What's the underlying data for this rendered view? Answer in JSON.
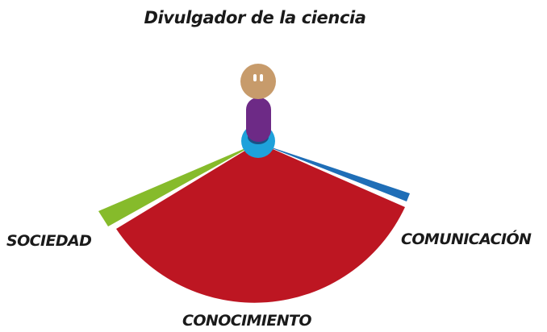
{
  "title": "Divulgador de la ciencia",
  "segments": [
    {
      "id": "sociedad",
      "label": "SOCIEDAD",
      "color": "#86bb2b"
    },
    {
      "id": "conocimiento",
      "label": "CONOCIMIENTO",
      "color": "#bd1622"
    },
    {
      "id": "comunicacion",
      "label": "COMUNICACIÓN",
      "color": "#1f6eb7"
    }
  ],
  "figure": {
    "head_color": "#c79b6b",
    "body_color": "#6d2a86",
    "base_color": "#1ea1db",
    "base_inner_color": "#1a4f85"
  }
}
